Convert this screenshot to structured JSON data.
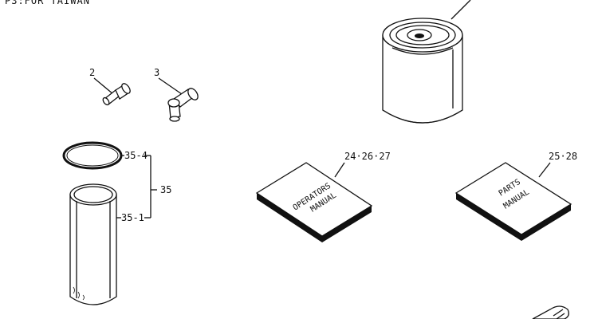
{
  "header": {
    "text": "P3:FOR TAIWAN"
  },
  "callouts": {
    "nipple_straight": "2",
    "nipple_elbow": "3",
    "o_ring": "35-4",
    "element": "35-1",
    "element_assy": "35",
    "operators_manual": "24·26·27",
    "parts_manual": "25·28"
  },
  "books": {
    "operators_line1": "OPERATORS",
    "operators_line2": "MANUAL",
    "parts_line1": "PARTS",
    "parts_line2": "MANUAL"
  }
}
